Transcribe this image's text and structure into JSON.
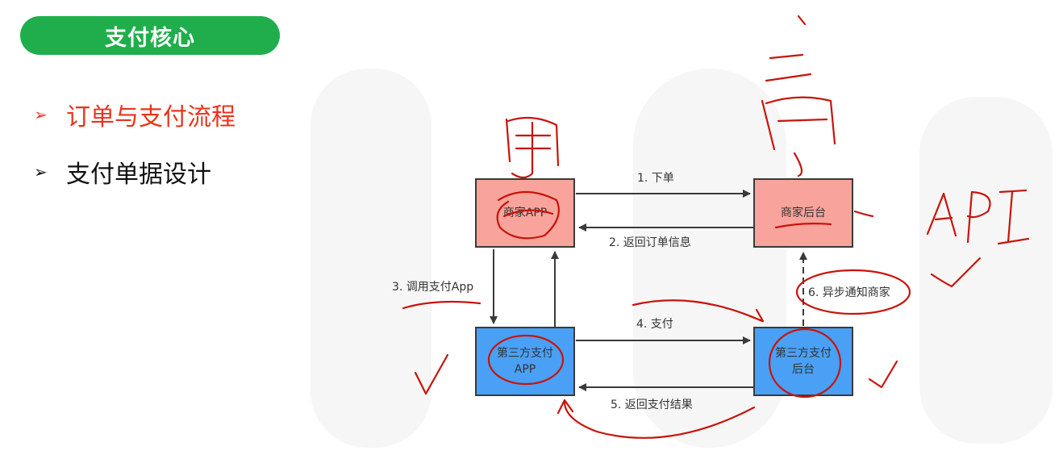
{
  "header": {
    "title": "支付核心"
  },
  "outline": [
    {
      "marker": "➢",
      "label": "订单与支付流程",
      "active": true
    },
    {
      "marker": "➢",
      "label": "支付单据设计",
      "active": false
    }
  ],
  "diagram": {
    "nodes": {
      "merchant_app": "商家APP",
      "merchant_backend": "商家后台",
      "third_party_app": "第三方支付\nAPP",
      "third_party_backend": "第三方支付\n后台"
    },
    "edges": {
      "place_order": "1. 下单",
      "return_order_info": "2. 返回订单信息",
      "invoke_pay_app": "3. 调用支付App",
      "pay": "4. 支付",
      "return_pay_result": "5. 返回支付结果",
      "async_notify_merchant": "6. 异步通知商家"
    }
  },
  "colors": {
    "accent_green": "#1fae4b",
    "active_red": "#e8341c",
    "merchant_fill": "#f8a39b",
    "payment_fill": "#4aa0f5",
    "annotation_ink": "#c8140a"
  }
}
